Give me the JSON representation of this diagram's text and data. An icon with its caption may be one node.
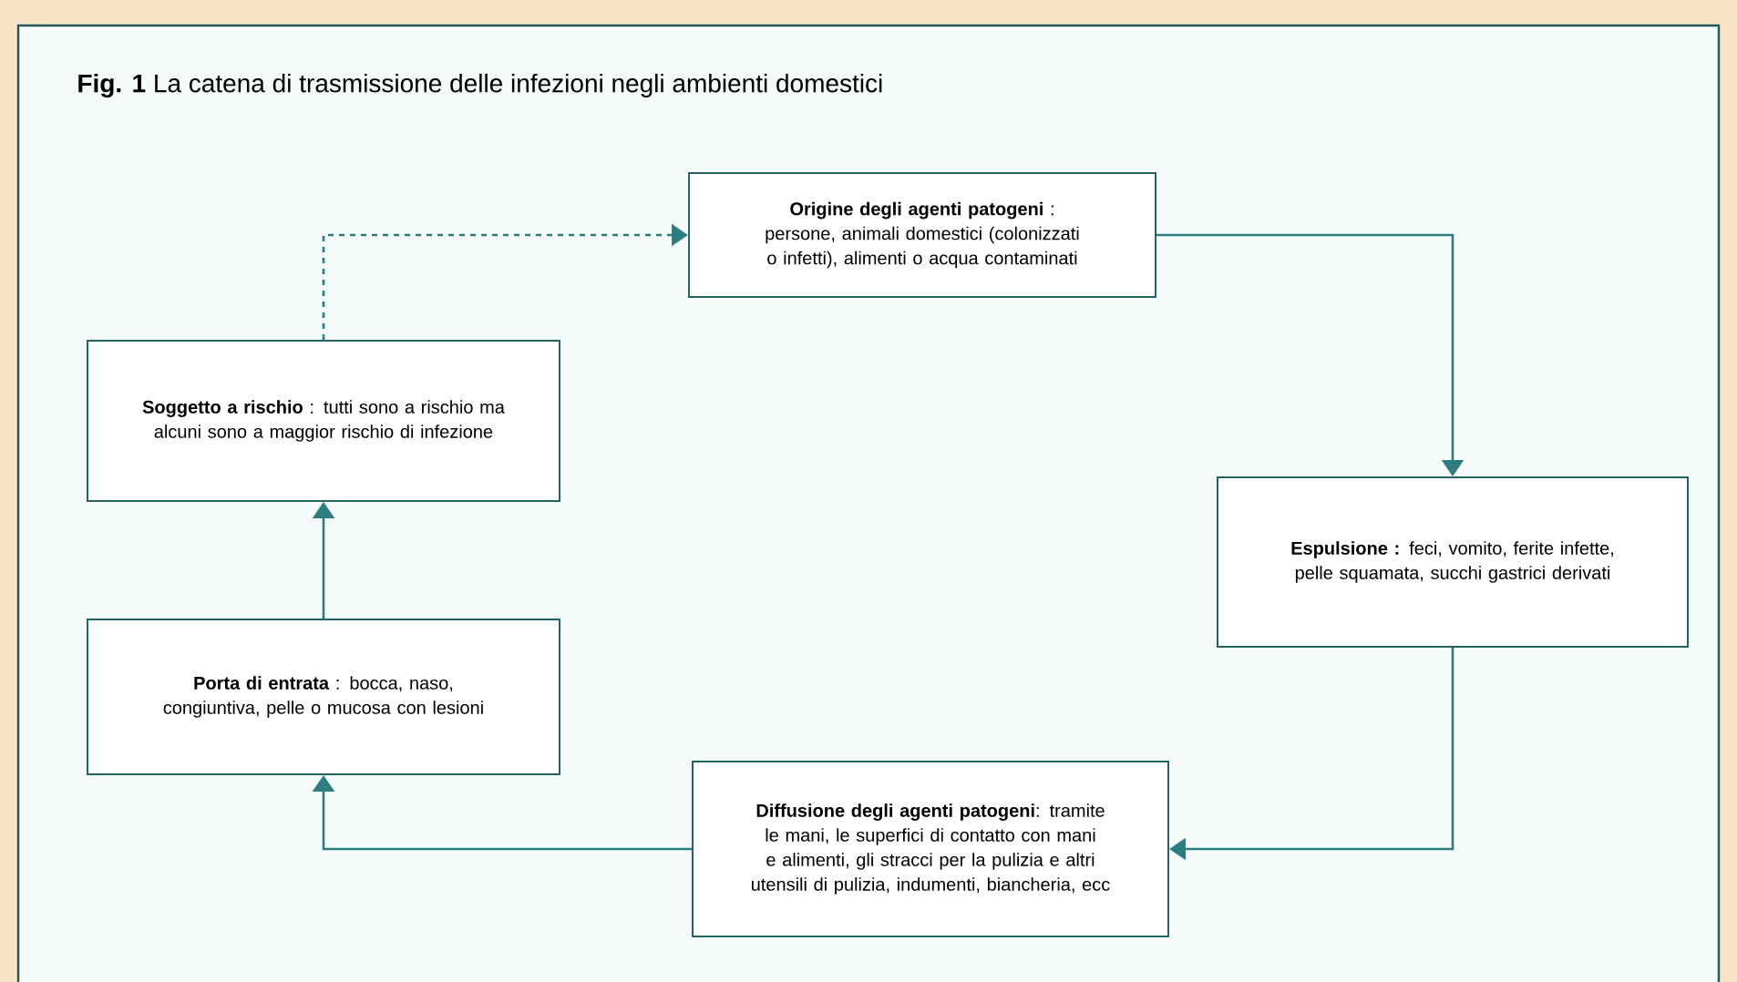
{
  "diagram": {
    "title": "**Fig. 1** La catena di trasmissione delle infezioni negli ambienti domestici",
    "nodes": [
      {
        "text": [
          "**Origine degli agenti patogeni** : persone, animali domestici (colonizzati o infetti), alimenti o acqua contaminati"
        ]
      },
      {
        "text": [
          "**Soggetto a rischio** : tutti sono a rischio ma alcuni sono a maggior rischio di infezione"
        ]
      },
      {
        "text": [
          "**Espulsione :** feci, vomito, ferite infette, pelle squamata, succhi gastrici derivati"
        ]
      },
      {
        "text": [
          "**Porta di entrata** : bocca, naso, congiuntiva, pelle o mucosa con lesioni"
        ]
      },
      {
        "text": [
          "**Diffusione degli agenti patogeni**: tramite le mani, le superfici di contatto con mani e alimenti, gli stracci per la pulizia e altri utensili di pulizia, indumenti, biancheria, ecc"
        ]
      }
    ],
    "edges": [
      {
        "from": 0,
        "to": 2,
        "arrow": "to"
      },
      {
        "from": 2,
        "to": 4,
        "arrow": "to"
      },
      {
        "from": 4,
        "to": 3,
        "arrow": "to"
      },
      {
        "from": 3,
        "to": 1,
        "arrow": "to"
      },
      {
        "from": 1,
        "to": 0,
        "arrow": "to",
        "style": "dashed"
      }
    ]
  }
}
